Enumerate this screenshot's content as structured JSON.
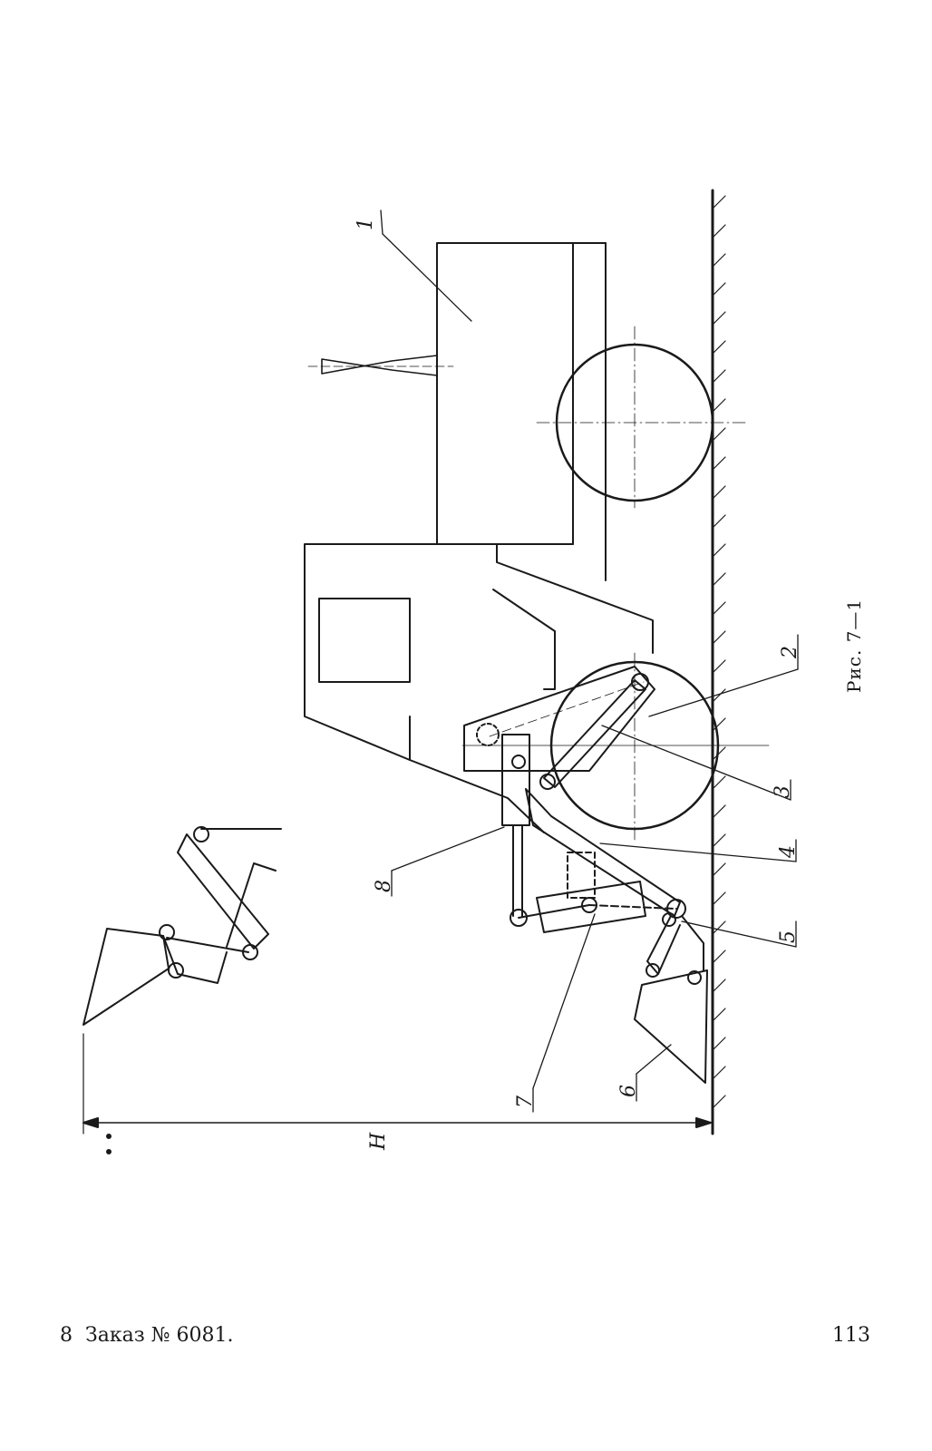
{
  "figure": {
    "caption": "Рис. 7—1",
    "callouts": [
      "1",
      "2",
      "3",
      "4",
      "5",
      "6",
      "7",
      "8"
    ],
    "dimension_label": "H"
  },
  "footer": {
    "sheet_number": "8",
    "order_text": "Заказ № 6081.",
    "page_number": "113"
  }
}
